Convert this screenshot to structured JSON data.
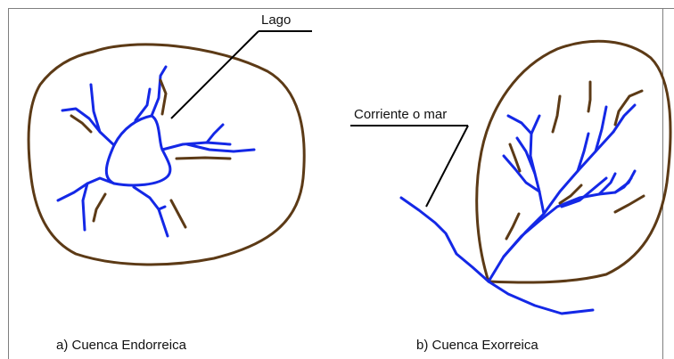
{
  "colors": {
    "frame": "#7f7f7f",
    "basin_outline": "#5c3a16",
    "river": "#1428e6",
    "callout": "#000000"
  },
  "labels": {
    "lake": "Lago",
    "outlet": "Corriente o mar",
    "caption_a": "a) Cuenca Endorreica",
    "caption_b": "b) Cuenca Exorreica"
  }
}
